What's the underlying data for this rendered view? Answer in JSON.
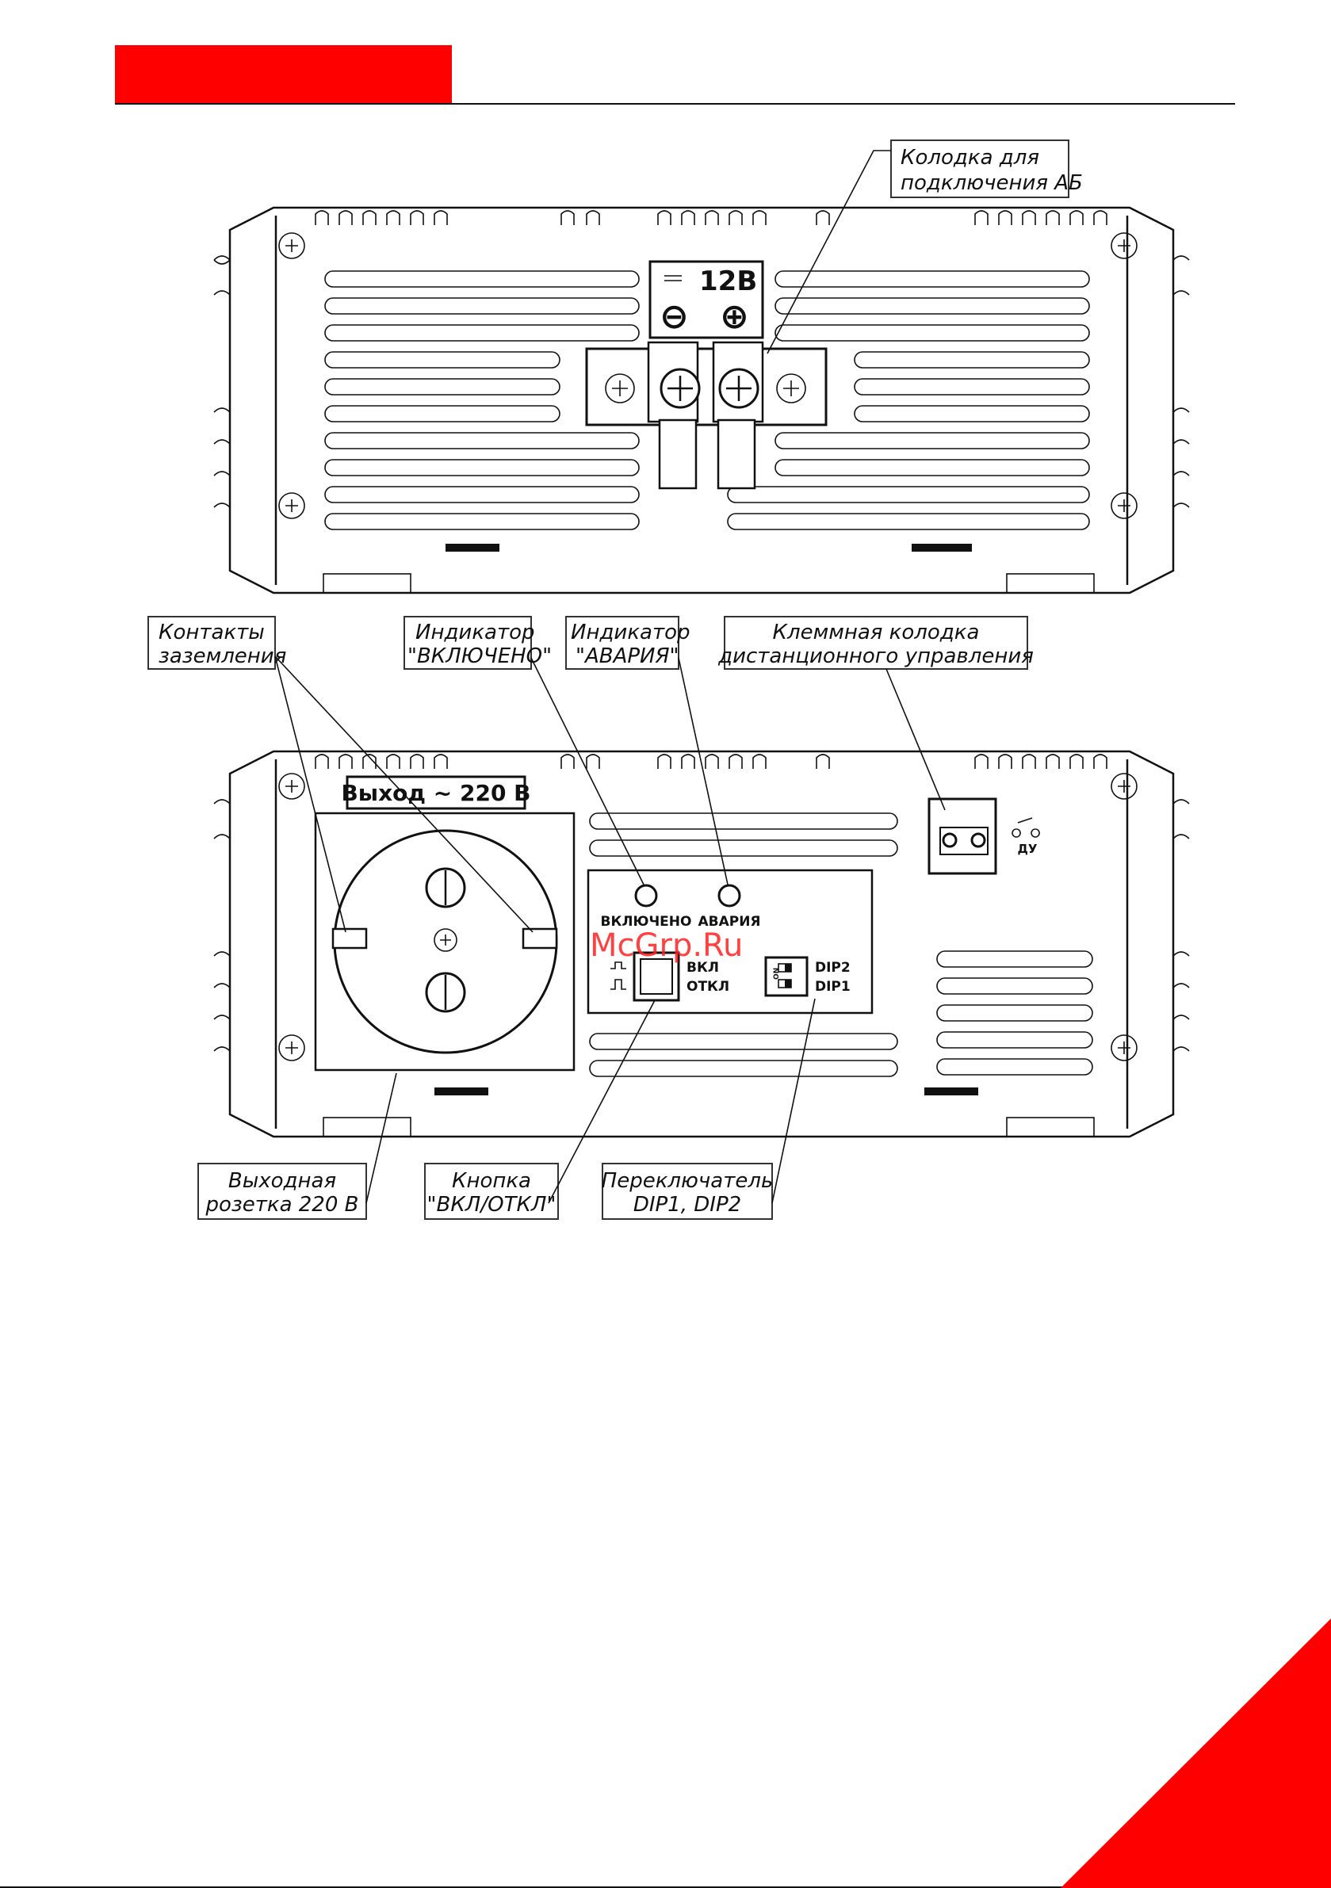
{
  "colors": {
    "accent": "#ff0000",
    "line": "#111111"
  },
  "top_view": {
    "battery_terminal": {
      "voltage_label": "12В",
      "minus_symbol": "⊖",
      "plus_symbol": "⊕"
    },
    "callout_battery": [
      "Колодка для",
      "подключения АБ"
    ]
  },
  "front_view": {
    "output_label": "Выход ~ 220 В",
    "led_on_label": "ВКЛЮЧЕНО",
    "led_fault_label": "АВАРИЯ",
    "switch_on_label": "ВКЛ",
    "switch_off_label": "ОТКЛ",
    "dip2_label": "DIP2",
    "dip1_label": "DIP1",
    "dip_on_label": "ON",
    "remote_label": "ДУ",
    "callouts": {
      "ground": [
        "Контакты",
        "заземления"
      ],
      "led_on": [
        "Индикатор",
        "\"ВКЛЮЧЕНО\""
      ],
      "led_fault": [
        "Индикатор",
        "\"АВАРИЯ\""
      ],
      "remote": [
        "Клеммная колодка",
        "дистанционного управления"
      ],
      "socket": [
        "Выходная",
        "розетка 220 В"
      ],
      "button": [
        "Кнопка",
        "\"ВКЛ/ОТКЛ\""
      ],
      "dip": [
        "Переключатель",
        "DIP1, DIP2"
      ]
    }
  },
  "watermark": "McGrp.Ru"
}
